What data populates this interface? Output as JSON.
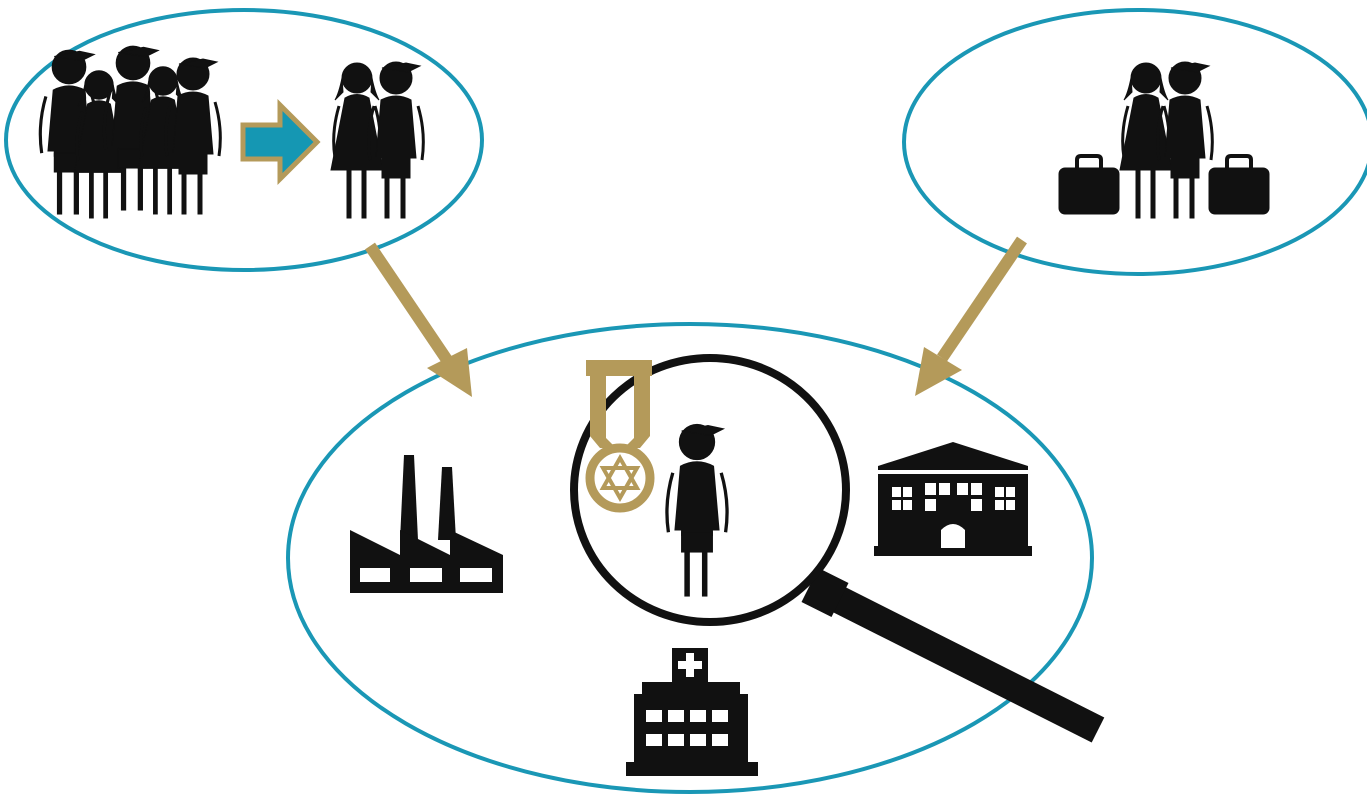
{
  "colors": {
    "ellipse_stroke": "#1a97b5",
    "flow_arrow": "#b49a5a",
    "small_arrow": "#1597b3",
    "small_arrow_outline": "#b49a5a",
    "medal": "#b49a5a",
    "silhouette": "#111111",
    "background": "#ffffff"
  },
  "diagram": {
    "groups": [
      {
        "id": "group-selection",
        "icons": [
          "group-of-people-icon",
          "right-arrow-icon",
          "couple-icon"
        ]
      },
      {
        "id": "group-migration",
        "icons": [
          "couple-icon",
          "suitcase-icon",
          "suitcase-icon"
        ]
      },
      {
        "id": "group-society",
        "icons": [
          "factory-icon",
          "medal-icon",
          "person-icon",
          "magnifier-icon",
          "building-icon",
          "hospital-icon"
        ]
      }
    ],
    "connections": [
      {
        "from": "group-selection",
        "to": "group-society",
        "icon": "down-right-arrow-icon"
      },
      {
        "from": "group-migration",
        "to": "group-society",
        "icon": "down-left-arrow-icon"
      }
    ]
  }
}
